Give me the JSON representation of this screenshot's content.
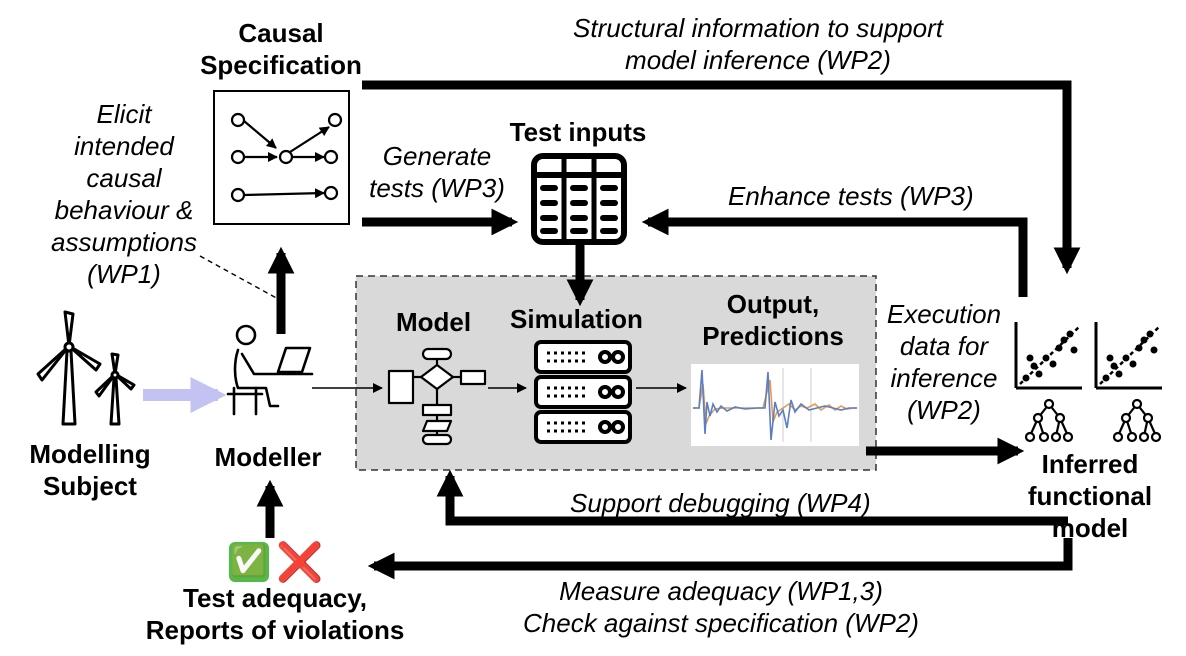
{
  "causal_spec": {
    "title": "Causal\nSpecification"
  },
  "labels": {
    "structural_info": "Structural information to support\nmodel inference (WP2)",
    "elicit": "Elicit\nintended\ncausal\nbehaviour &\nassumptions\n(WP1)",
    "generate_tests": "Generate\ntests (WP3)",
    "test_inputs": "Test inputs",
    "enhance_tests": "Enhance tests (WP3)",
    "model": "Model",
    "simulation": "Simulation",
    "output_predictions": "Output,\nPredictions",
    "execution_data": "Execution\ndata for\ninference\n(WP2)",
    "modelling_subject": "Modelling\nSubject",
    "modeller": "Modeller",
    "inferred_model": "Inferred\nfunctional\nmodel",
    "support_debugging": "Support debugging (WP4)",
    "test_adequacy": "Test adequacy,\nReports of violations",
    "measure_adequacy": "Measure adequacy (WP1,3)\nCheck against specification (WP2)"
  },
  "status_marks": {
    "pass": "✅",
    "fail": "❌"
  },
  "colors": {
    "panel_fill": "#d9d9d9",
    "subject_arrow": "#c3c3f3",
    "pass": "#54b948",
    "fail": "#e0242b",
    "series_blue": "#5b7fc4",
    "series_orange": "#e69a50"
  },
  "icons": [
    "wind-turbine-icon",
    "person-at-laptop-icon",
    "spreadsheet-icon",
    "flowchart-icon",
    "server-rack-icon",
    "scatter-plot-icon",
    "tree-icon"
  ]
}
